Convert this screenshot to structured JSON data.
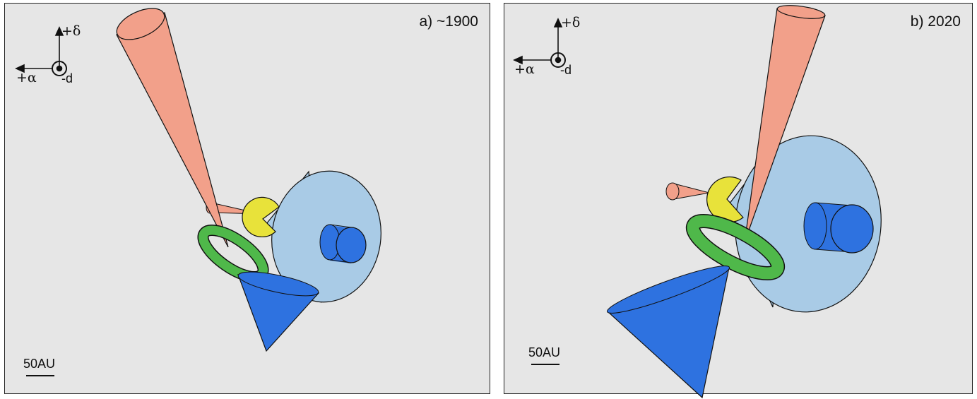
{
  "panels": [
    {
      "label": "a) ~1900",
      "scale": "50AU",
      "axes": {
        "up": "+δ",
        "left": "+α",
        "out": "-d"
      }
    },
    {
      "label": "b) 2020",
      "scale": "50AU",
      "axes": {
        "up": "+δ",
        "left": "+α",
        "out": "-d"
      }
    }
  ],
  "colors": {
    "background": "#e6e6e6",
    "salmon": "#f2a08a",
    "yellow": "#e8e23a",
    "light_blue": "#a9cbe6",
    "dark_blue": "#2e72e0",
    "green": "#4fb84a"
  }
}
